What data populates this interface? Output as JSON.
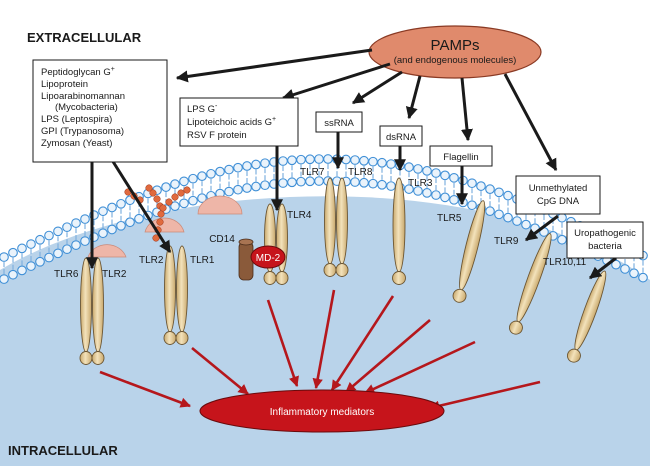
{
  "regions": {
    "extracellular": "EXTRACELLULAR",
    "intracellular": "INTRACELLULAR"
  },
  "pamps": {
    "title": "PAMPs",
    "subtitle": "(and endogenous molecules)"
  },
  "ligand_boxes": {
    "tlr2_group": [
      "Peptidoglycan G",
      "Lipoprotein",
      "Lipoarabinomannan",
      "(Mycobacteria)",
      "LPS (Leptospira)",
      "GPI (Trypanosoma)",
      "Zymosan (Yeast)"
    ],
    "tlr4_group": [
      "LPS G",
      "Lipoteichoic acids G",
      "RSV F protein"
    ],
    "ssrna": "ssRNA",
    "dsrna": "dsRNA",
    "flagellin": "Flagellin",
    "cpg": [
      "Unmethylated",
      "CpG DNA"
    ],
    "uropathogenic": [
      "Uropathogenic",
      "bacteria"
    ]
  },
  "superscripts": {
    "plus": "+",
    "minus": "-"
  },
  "receptors": {
    "tlr6": "TLR6",
    "tlr2a": "TLR2",
    "tlr2b": "TLR2",
    "tlr1": "TLR1",
    "tlr4": "TLR4",
    "cd14": "CD14",
    "md2": "MD-2",
    "tlr7": "TLR7",
    "tlr8": "TLR8",
    "tlr3": "TLR3",
    "tlr5": "TLR5",
    "tlr9": "TLR9",
    "tlr10_11": "TLR10,11"
  },
  "output": "Inflammatory mediators",
  "colors": {
    "cytoplasm": "#b9d3ea",
    "membrane_head": "#3f8fd6",
    "receptor": "#e6cc98",
    "receptor_stroke": "#6b5532",
    "pamps_fill": "#e08a6c",
    "output_fill": "#c6141b",
    "arrow_dark": "#1a1a1a",
    "arrow_red": "#b5171c",
    "lipid_raft": "#eeb6a8",
    "cd14_fill": "#8a5a3a"
  }
}
